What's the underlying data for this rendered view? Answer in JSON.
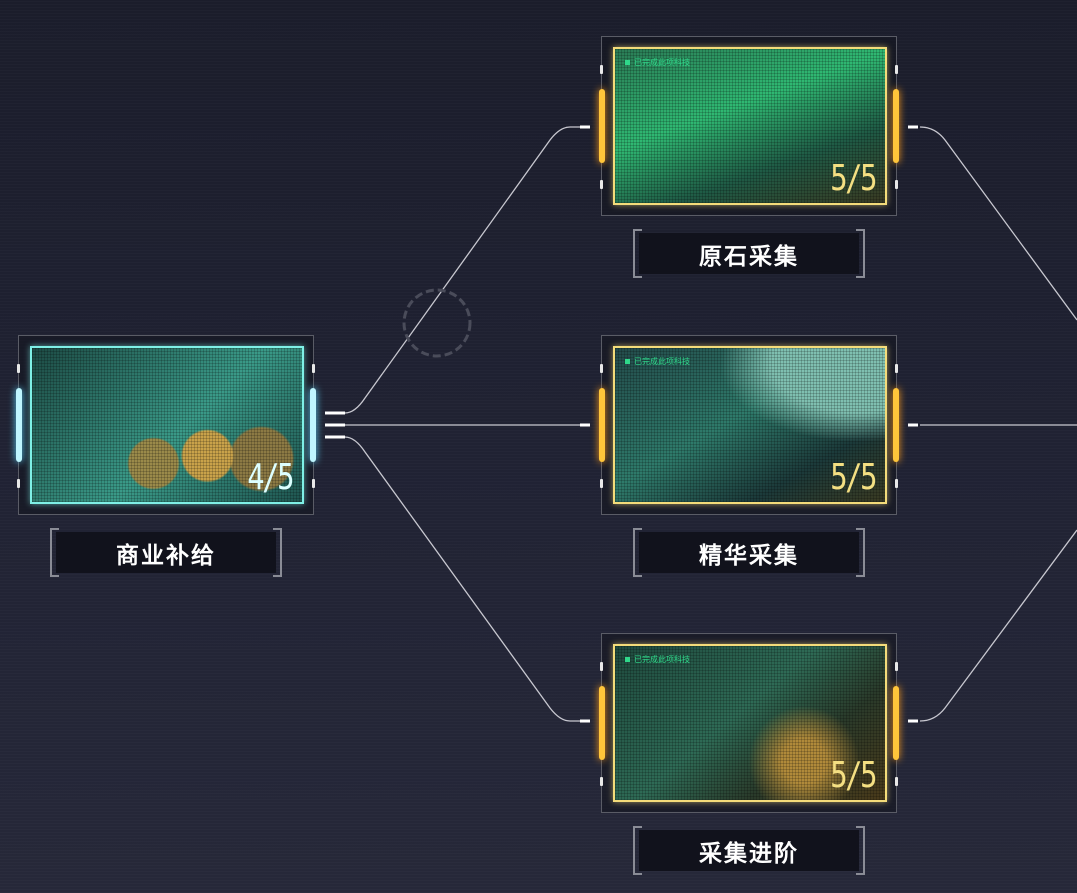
{
  "nodes": [
    {
      "id": "commerce",
      "label": "商业补给",
      "progress": "4/5",
      "completed": false,
      "theme": "cyan"
    },
    {
      "id": "ore",
      "label": "原石采集",
      "progress": "5/5",
      "completed": true,
      "completed_text": "已完成此项科技",
      "theme": "gold"
    },
    {
      "id": "essence",
      "label": "精华采集",
      "progress": "5/5",
      "completed": true,
      "completed_text": "已完成此项科技",
      "theme": "gold"
    },
    {
      "id": "advanced",
      "label": "采集进阶",
      "progress": "5/5",
      "completed": true,
      "completed_text": "已完成此项科技",
      "theme": "gold"
    }
  ],
  "colors": {
    "gold": "#f4dc7a",
    "cyan": "#7ff0e6",
    "bar_gold": "#ffc53a",
    "bar_cyan": "#bff6ff"
  }
}
